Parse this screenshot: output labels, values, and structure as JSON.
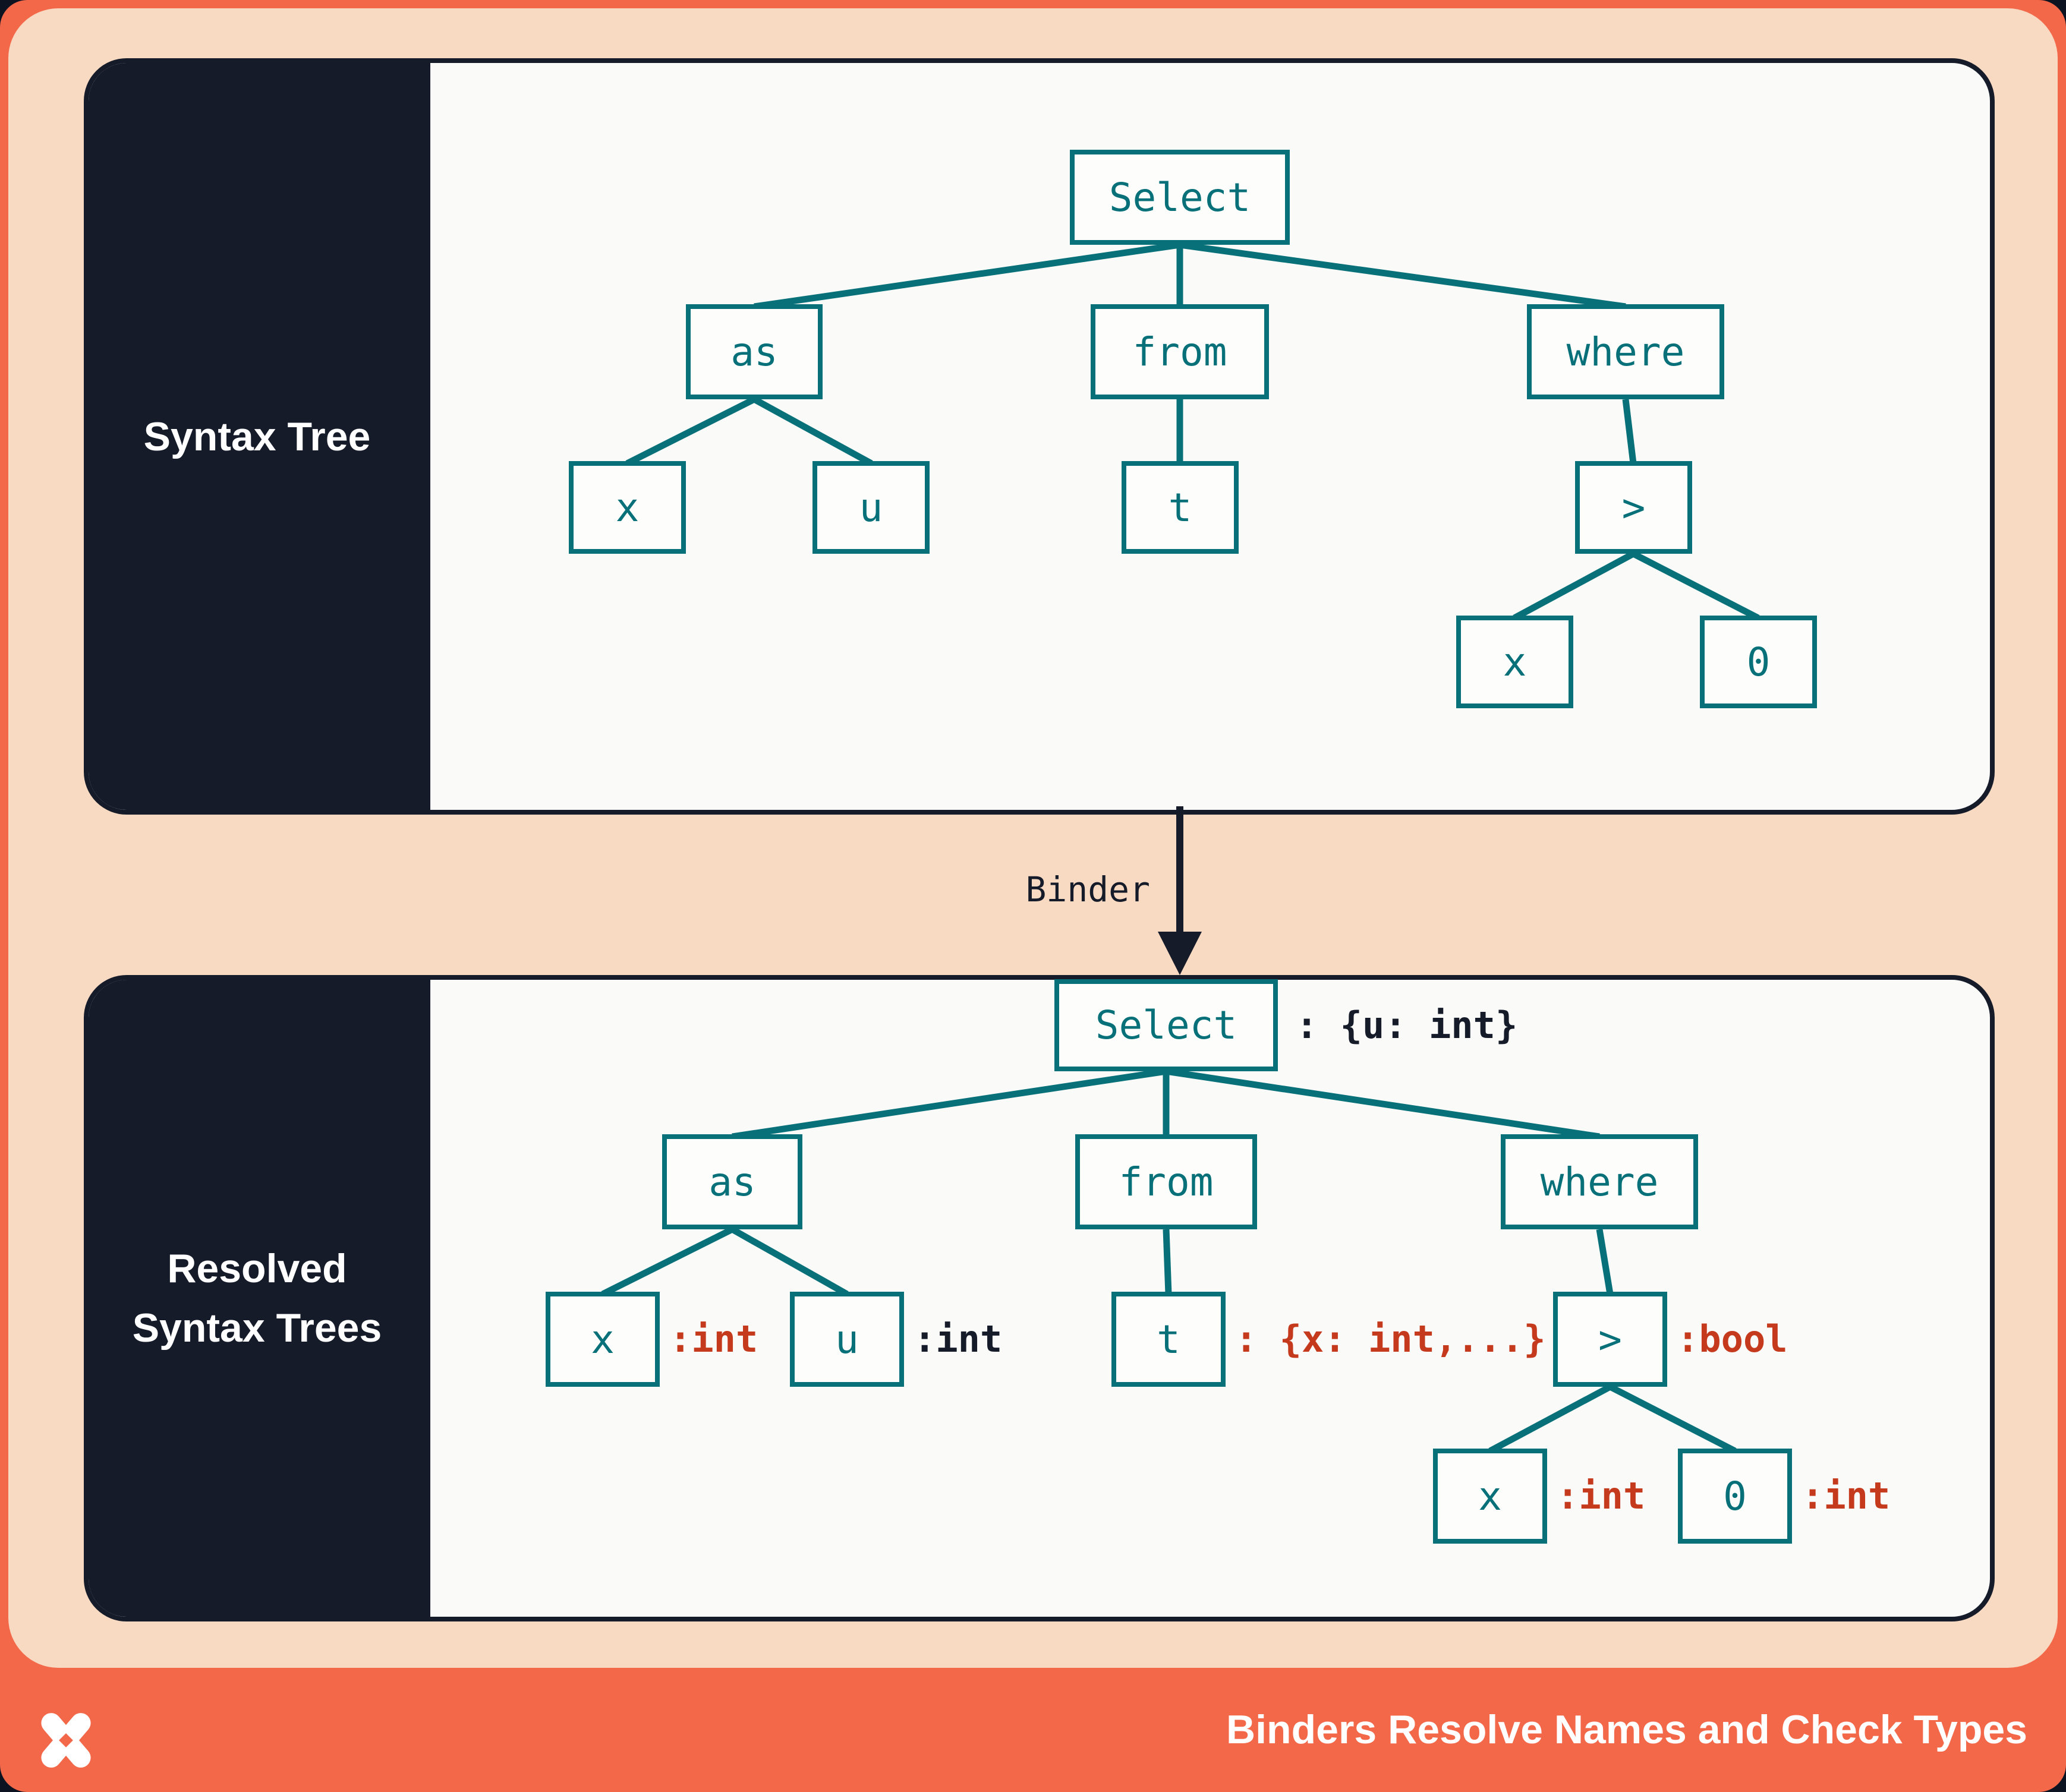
{
  "syntax_tree_panel": {
    "title": "Syntax Tree",
    "nodes": {
      "select": "Select",
      "as": "as",
      "from": "from",
      "where": "where",
      "x_left": "x",
      "u": "u",
      "t": "t",
      "gt": ">",
      "x_right": "x",
      "zero": "0"
    }
  },
  "binder": {
    "label": "Binder"
  },
  "resolved_panel": {
    "title_line1": "Resolved",
    "title_line2": "Syntax Trees",
    "nodes": {
      "select": "Select",
      "as": "as",
      "from": "from",
      "where": "where",
      "x_left": "x",
      "u": "u",
      "t": "t",
      "gt": ">",
      "x_right": "x",
      "zero": "0"
    },
    "types": {
      "select": ": {u: int}",
      "x_left": ":int",
      "u": ":int",
      "t": ": {x: int,...}",
      "gt": ":bool",
      "x_right": ":int",
      "zero": ":int"
    }
  },
  "footer": {
    "title": "Binders Resolve Names and Check Types",
    "logo": "pinwheel-star-logo"
  },
  "colors": {
    "orange": "#F4684A",
    "peach": "#F8D9C1",
    "navy": "#151B29",
    "teal": "#077078",
    "red": "#C5391C",
    "panel_bg": "#FAFAF9",
    "white": "#FFFFFF"
  }
}
